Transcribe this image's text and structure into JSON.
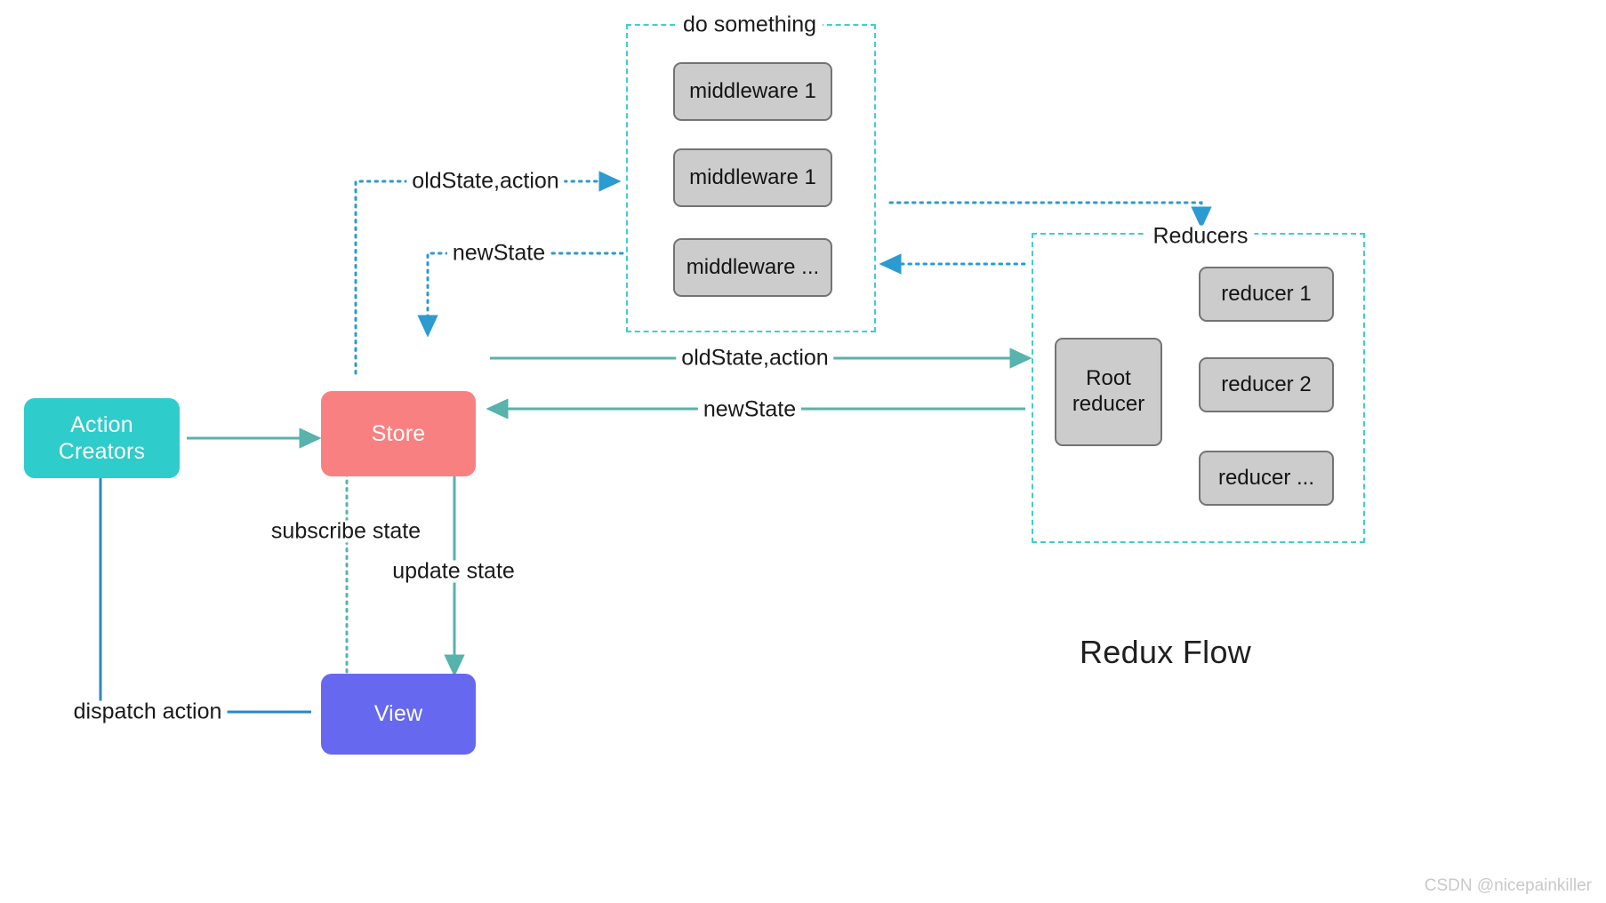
{
  "diagram": {
    "title": "Redux Flow",
    "watermark": "CSDN @nicepainkiller"
  },
  "nodes": {
    "action_creators": "Action\nCreators",
    "action_creators_line1": "Action",
    "action_creators_line2": "Creators",
    "store": "Store",
    "view": "View",
    "root_reducer_line1": "Root",
    "root_reducer_line2": "reducer"
  },
  "groups": {
    "do_something": {
      "label": "do something",
      "items": [
        "middleware 1",
        "middleware 1",
        "middleware ..."
      ]
    },
    "reducers": {
      "label": "Reducers",
      "items": [
        "reducer 1",
        "reducer 2",
        "reducer ..."
      ]
    }
  },
  "edges": {
    "oldstate_action_top": "oldState,action",
    "newstate_top": "newState",
    "oldstate_action_mid": "oldState,action",
    "newstate_mid": "newState",
    "subscribe_state": "subscribe state",
    "update_state": "update state",
    "dispatch_action": "dispatch action"
  },
  "colors": {
    "action_creators": "#2ECCCB",
    "store": "#F98080",
    "view": "#6668F0",
    "box_grey": "#CCCCCC",
    "box_border": "#737373",
    "dashed_group": "#3DCFCE",
    "arrow_teal": "#57B3AB",
    "arrow_blue": "#2B9BD1",
    "arrow_blue_solid": "#2F86C5"
  }
}
